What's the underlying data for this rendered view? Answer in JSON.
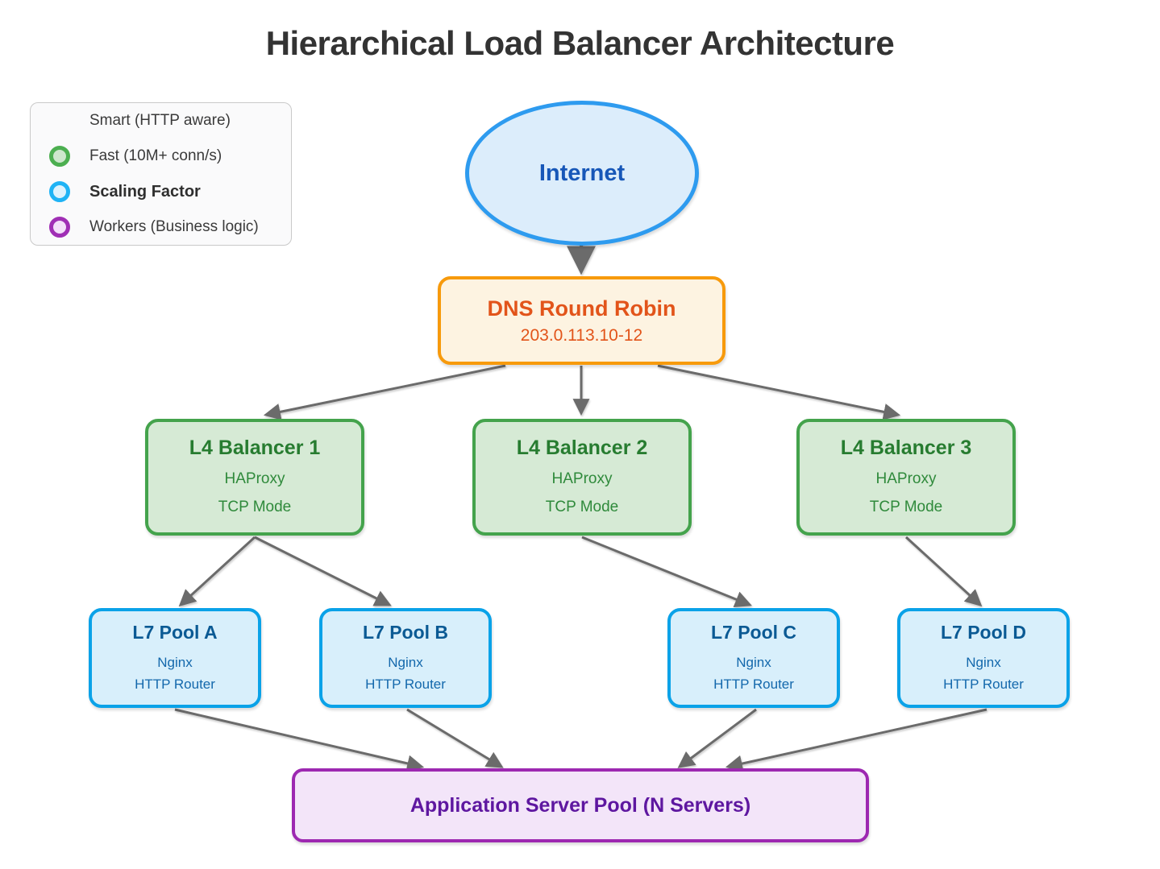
{
  "title": "Hierarchical Load Balancer Architecture",
  "legend": {
    "items": [
      {
        "label": "Smart (HTTP aware)",
        "marker": "none"
      },
      {
        "label": "Fast (10M+ conn/s)",
        "marker": "green-circle"
      },
      {
        "label": "Scaling Factor",
        "marker": "blue-circle",
        "bold": true
      },
      {
        "label": "Workers (Business logic)",
        "marker": "purple-circle"
      }
    ]
  },
  "nodes": {
    "internet": {
      "label": "Internet"
    },
    "dns": {
      "title": "DNS Round Robin",
      "subtitle": "203.0.113.10-12"
    },
    "l4_balancers": [
      {
        "title": "L4 Balancer 1",
        "line1": "HAProxy",
        "line2": "TCP Mode"
      },
      {
        "title": "L4 Balancer 2",
        "line1": "HAProxy",
        "line2": "TCP Mode"
      },
      {
        "title": "L4 Balancer 3",
        "line1": "HAProxy",
        "line2": "TCP Mode"
      }
    ],
    "l7_pools": [
      {
        "title": "L7 Pool A",
        "line1": "Nginx",
        "line2": "HTTP Router"
      },
      {
        "title": "L7 Pool B",
        "line1": "Nginx",
        "line2": "HTTP Router"
      },
      {
        "title": "L7 Pool C",
        "line1": "Nginx",
        "line2": "HTTP Router"
      },
      {
        "title": "L7 Pool D",
        "line1": "Nginx",
        "line2": "HTTP Router"
      }
    ],
    "app_pool": {
      "label": "Application Server Pool (N Servers)"
    }
  },
  "edges": [
    {
      "from": "Internet",
      "to": "DNS Round Robin"
    },
    {
      "from": "DNS Round Robin",
      "to": "L4 Balancer 1"
    },
    {
      "from": "DNS Round Robin",
      "to": "L4 Balancer 2"
    },
    {
      "from": "DNS Round Robin",
      "to": "L4 Balancer 3"
    },
    {
      "from": "L4 Balancer 1",
      "to": "L7 Pool A"
    },
    {
      "from": "L4 Balancer 1",
      "to": "L7 Pool B"
    },
    {
      "from": "L4 Balancer 2",
      "to": "L7 Pool C"
    },
    {
      "from": "L4 Balancer 3",
      "to": "L7 Pool D"
    },
    {
      "from": "L7 Pool A",
      "to": "Application Server Pool"
    },
    {
      "from": "L7 Pool B",
      "to": "Application Server Pool"
    },
    {
      "from": "L7 Pool C",
      "to": "Application Server Pool"
    },
    {
      "from": "L7 Pool D",
      "to": "Application Server Pool"
    }
  ],
  "colors": {
    "arrow": "#6B6B6B",
    "internet_border": "#2E9BEF",
    "internet_fill": "#DCEDFB",
    "internet_text": "#1757B8",
    "dns_border": "#F79A0C",
    "dns_fill": "#FDF3E1",
    "dns_text": "#E2541A",
    "l4_border": "#44A34C",
    "l4_fill": "#D6EAD5",
    "l4_title": "#277C30",
    "l4_text": "#2F8A3B",
    "l7_border": "#0AA2E8",
    "l7_fill": "#D8EFFB",
    "l7_title": "#0B5A94",
    "l7_text": "#1368AC",
    "app_border": "#9D28B1",
    "app_fill": "#F3E5F9",
    "app_text": "#5E17A0",
    "legend_green": "#4CAF50",
    "legend_blue": "#1FB3F5",
    "legend_purple": "#A02FB5"
  }
}
